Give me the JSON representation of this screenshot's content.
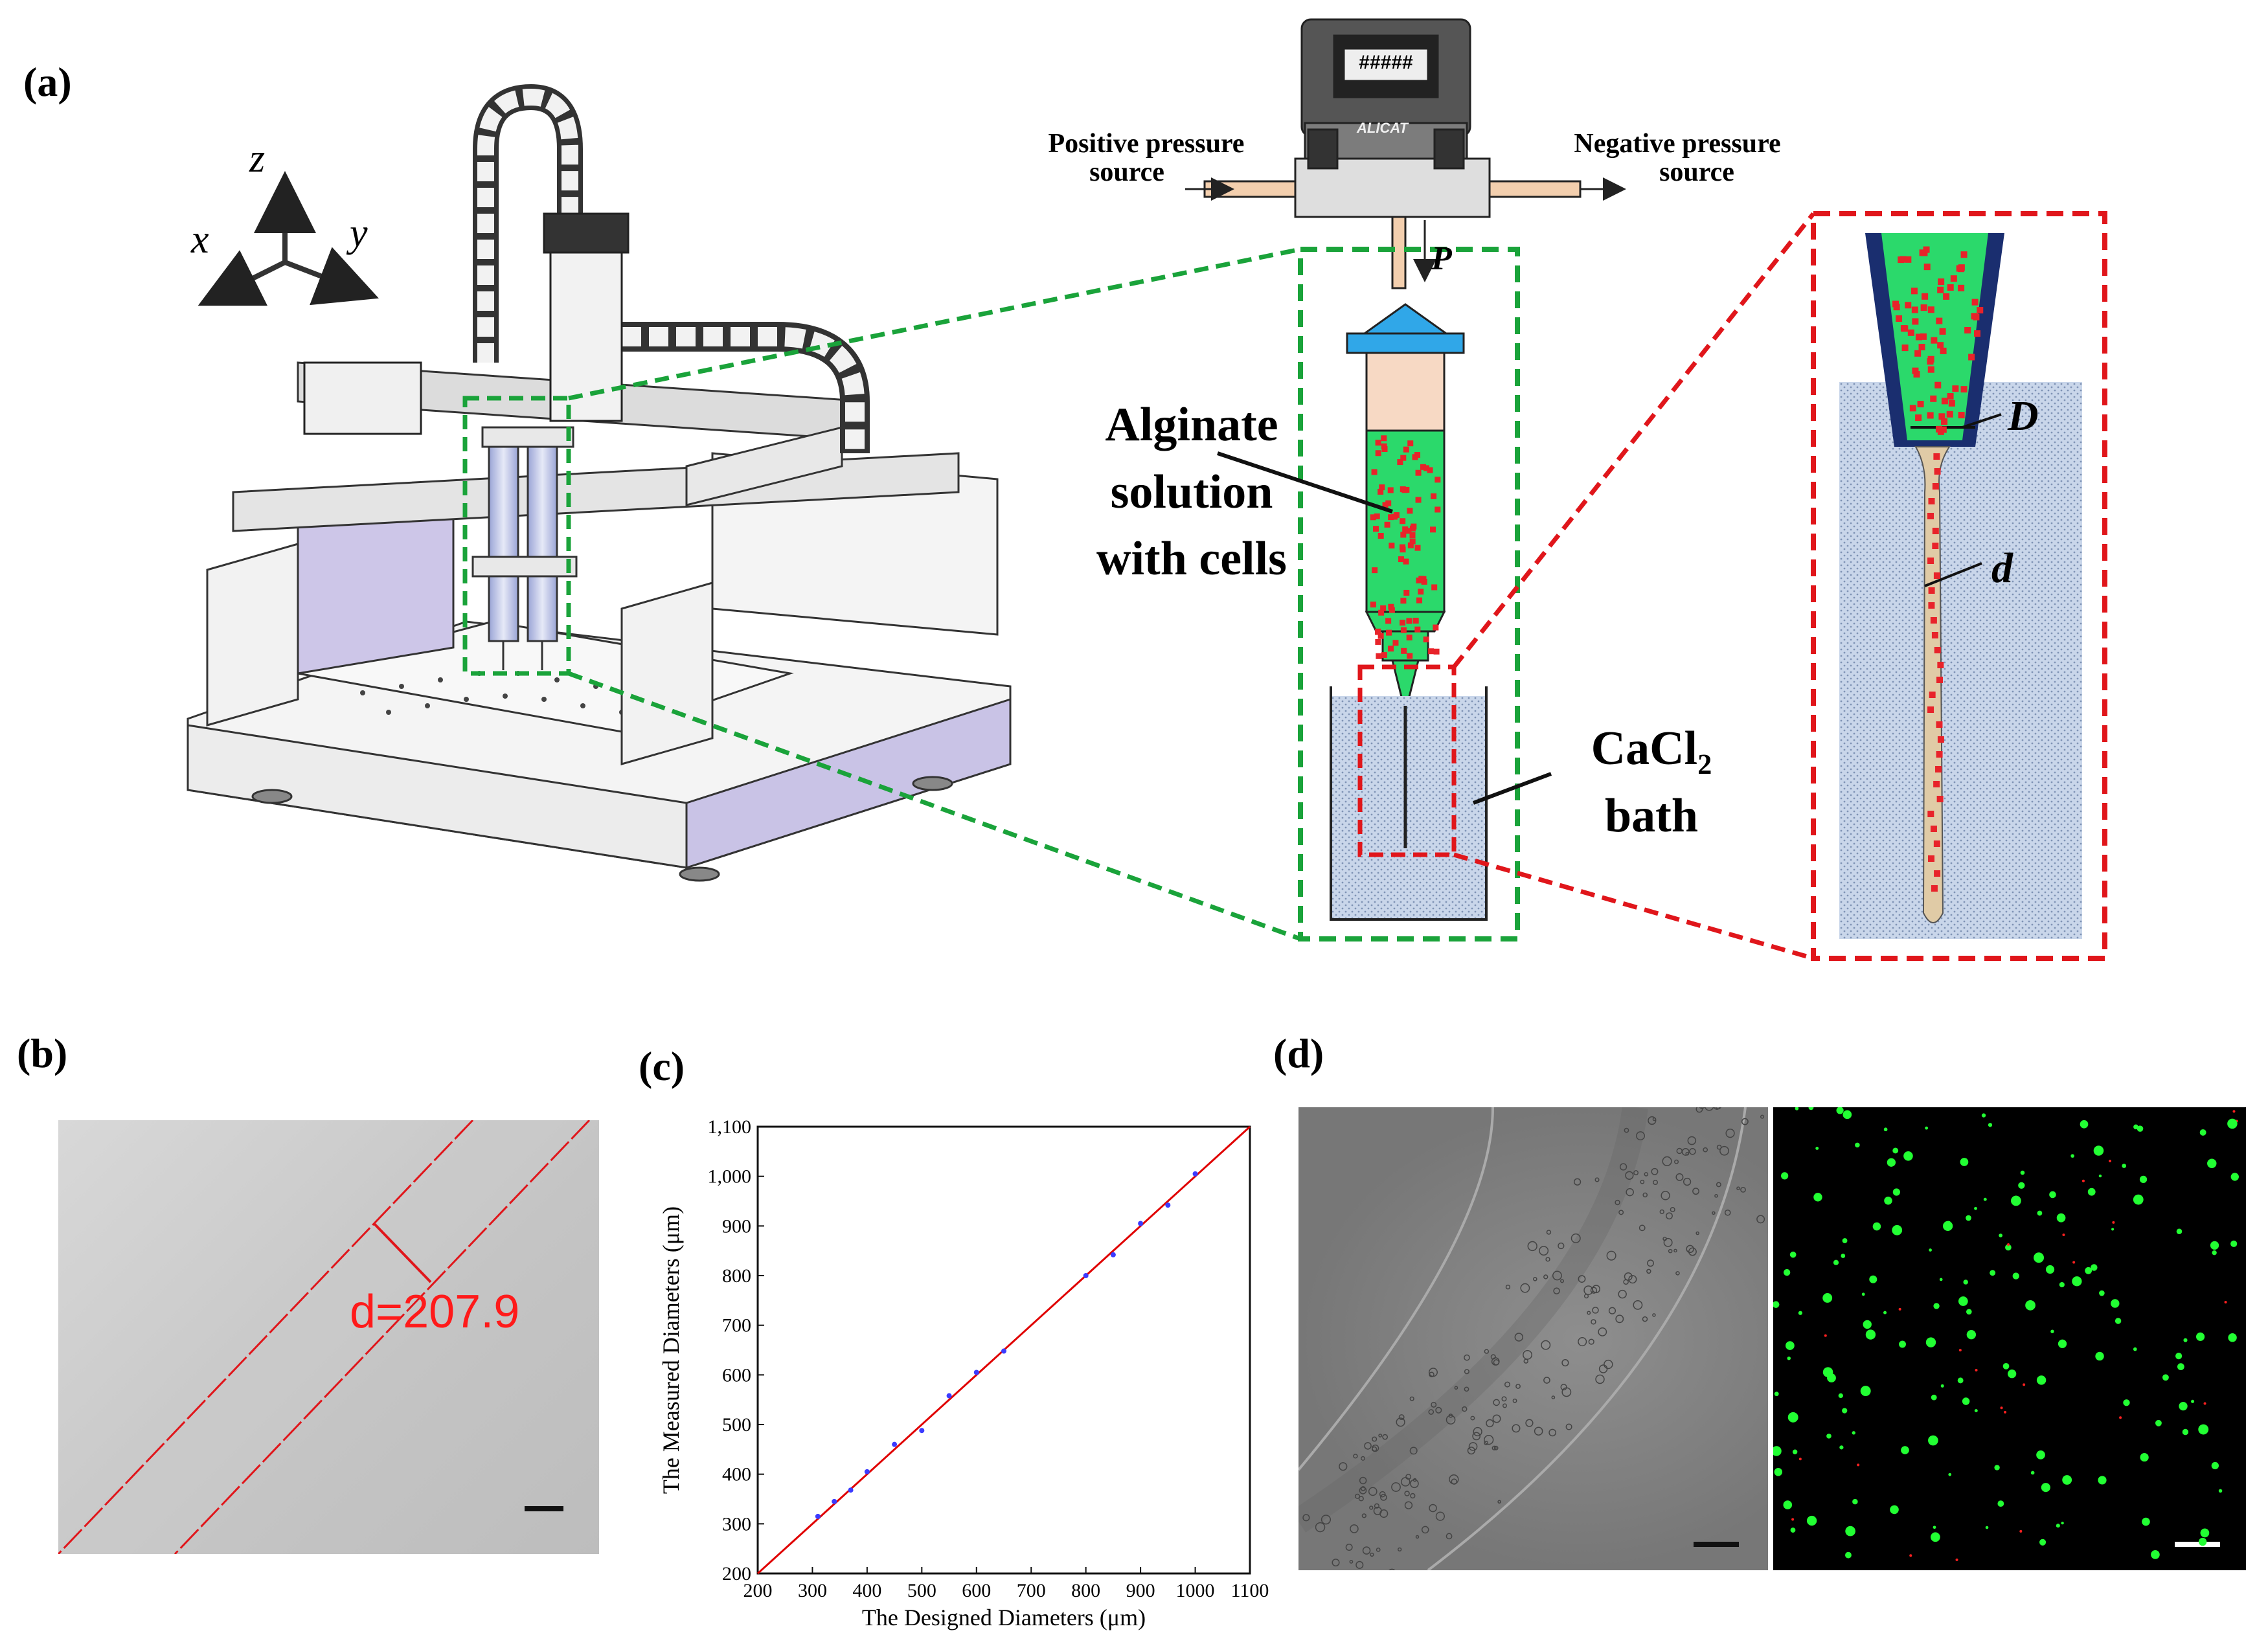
{
  "panels": {
    "a": "(a)",
    "b": "(b)",
    "c": "(c)",
    "d": "(d)"
  },
  "panel_a": {
    "axis_z": "z",
    "axis_x": "x",
    "axis_y": "y",
    "controller_display": "#####",
    "controller_brand": "ALICAT",
    "positive_pressure_line1": "Positive pressure",
    "positive_pressure_line2": "source",
    "negative_pressure_line1": "Negative pressure",
    "negative_pressure_line2": "source",
    "pressure_symbol": "P",
    "alginate_line1": "Alginate",
    "alginate_line2": "solution",
    "alginate_line3": "with cells",
    "cacl2_label": "CaCl₂",
    "bath_label": "bath",
    "nozzle_diameter": "D",
    "fiber_diameter": "d"
  },
  "panel_b": {
    "measurement": "d=207.9"
  },
  "chart_data": {
    "type": "scatter",
    "xlabel": "The Designed Diameters (μm)",
    "ylabel": "The Measured Diameters (μm)",
    "xlim": [
      200,
      1100
    ],
    "ylim": [
      200,
      1100
    ],
    "x_ticks": [
      "200",
      "300",
      "400",
      "500",
      "600",
      "700",
      "800",
      "900",
      "1000",
      "1100"
    ],
    "y_ticks": [
      "200",
      "300",
      "400",
      "500",
      "600",
      "700",
      "800",
      "900",
      "1,000",
      "1,100"
    ],
    "grid": false,
    "points": [
      {
        "x": 310,
        "y": 315
      },
      {
        "x": 340,
        "y": 345
      },
      {
        "x": 370,
        "y": 368
      },
      {
        "x": 400,
        "y": 405
      },
      {
        "x": 450,
        "y": 460
      },
      {
        "x": 500,
        "y": 488
      },
      {
        "x": 550,
        "y": 558
      },
      {
        "x": 600,
        "y": 605
      },
      {
        "x": 650,
        "y": 648
      },
      {
        "x": 800,
        "y": 800
      },
      {
        "x": 850,
        "y": 842
      },
      {
        "x": 900,
        "y": 905
      },
      {
        "x": 950,
        "y": 942
      },
      {
        "x": 1000,
        "y": 1005
      }
    ],
    "fit_line": [
      [
        200,
        200
      ],
      [
        1100,
        1100
      ]
    ],
    "point_color": "#3b3bff",
    "line_color": "#e00000"
  },
  "colors": {
    "green_dash": "#1aa33a",
    "red_dash": "#e0161b",
    "bioink": "#2bd96b",
    "cell": "#e8232a",
    "bath": "#c9d6ea"
  }
}
